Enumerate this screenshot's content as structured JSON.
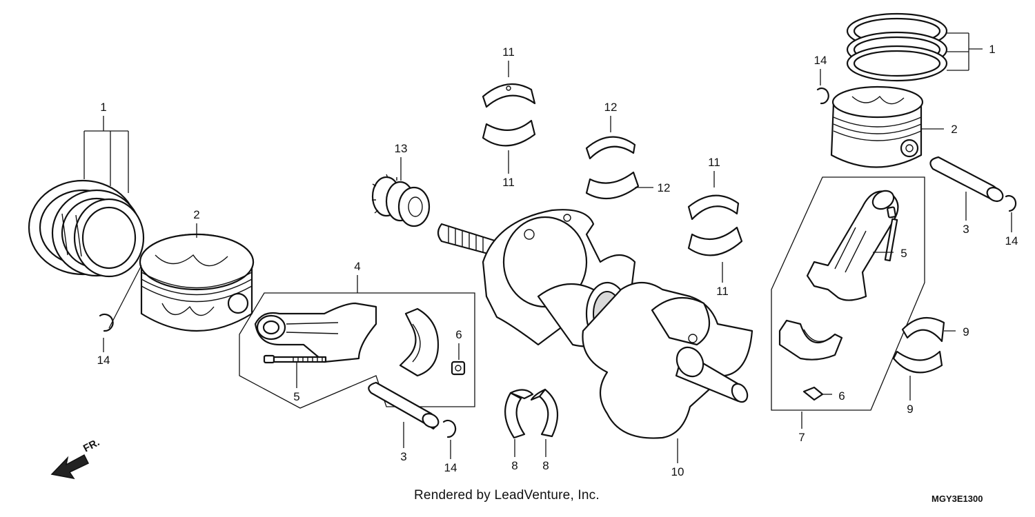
{
  "callouts": {
    "c1_left": "1",
    "c1_right": "1",
    "c2_left": "2",
    "c2_right": "2",
    "c3_left": "3",
    "c3_right": "3",
    "c4": "4",
    "c5_left": "5",
    "c5_right": "5",
    "c6_left": "6",
    "c6_right": "6",
    "c7": "7",
    "c8_a": "8",
    "c8_b": "8",
    "c9_a": "9",
    "c9_b": "9",
    "c10": "10",
    "c11_a": "11",
    "c11_b": "11",
    "c11_c": "11",
    "c11_d": "11",
    "c12_a": "12",
    "c12_b": "12",
    "c13": "13",
    "c14_a": "14",
    "c14_b": "14",
    "c14_c": "14",
    "c14_d": "14"
  },
  "direction_label": "FR.",
  "footer_credit": "Rendered by LeadVenture, Inc.",
  "diagram_code": "MGY3E1300"
}
